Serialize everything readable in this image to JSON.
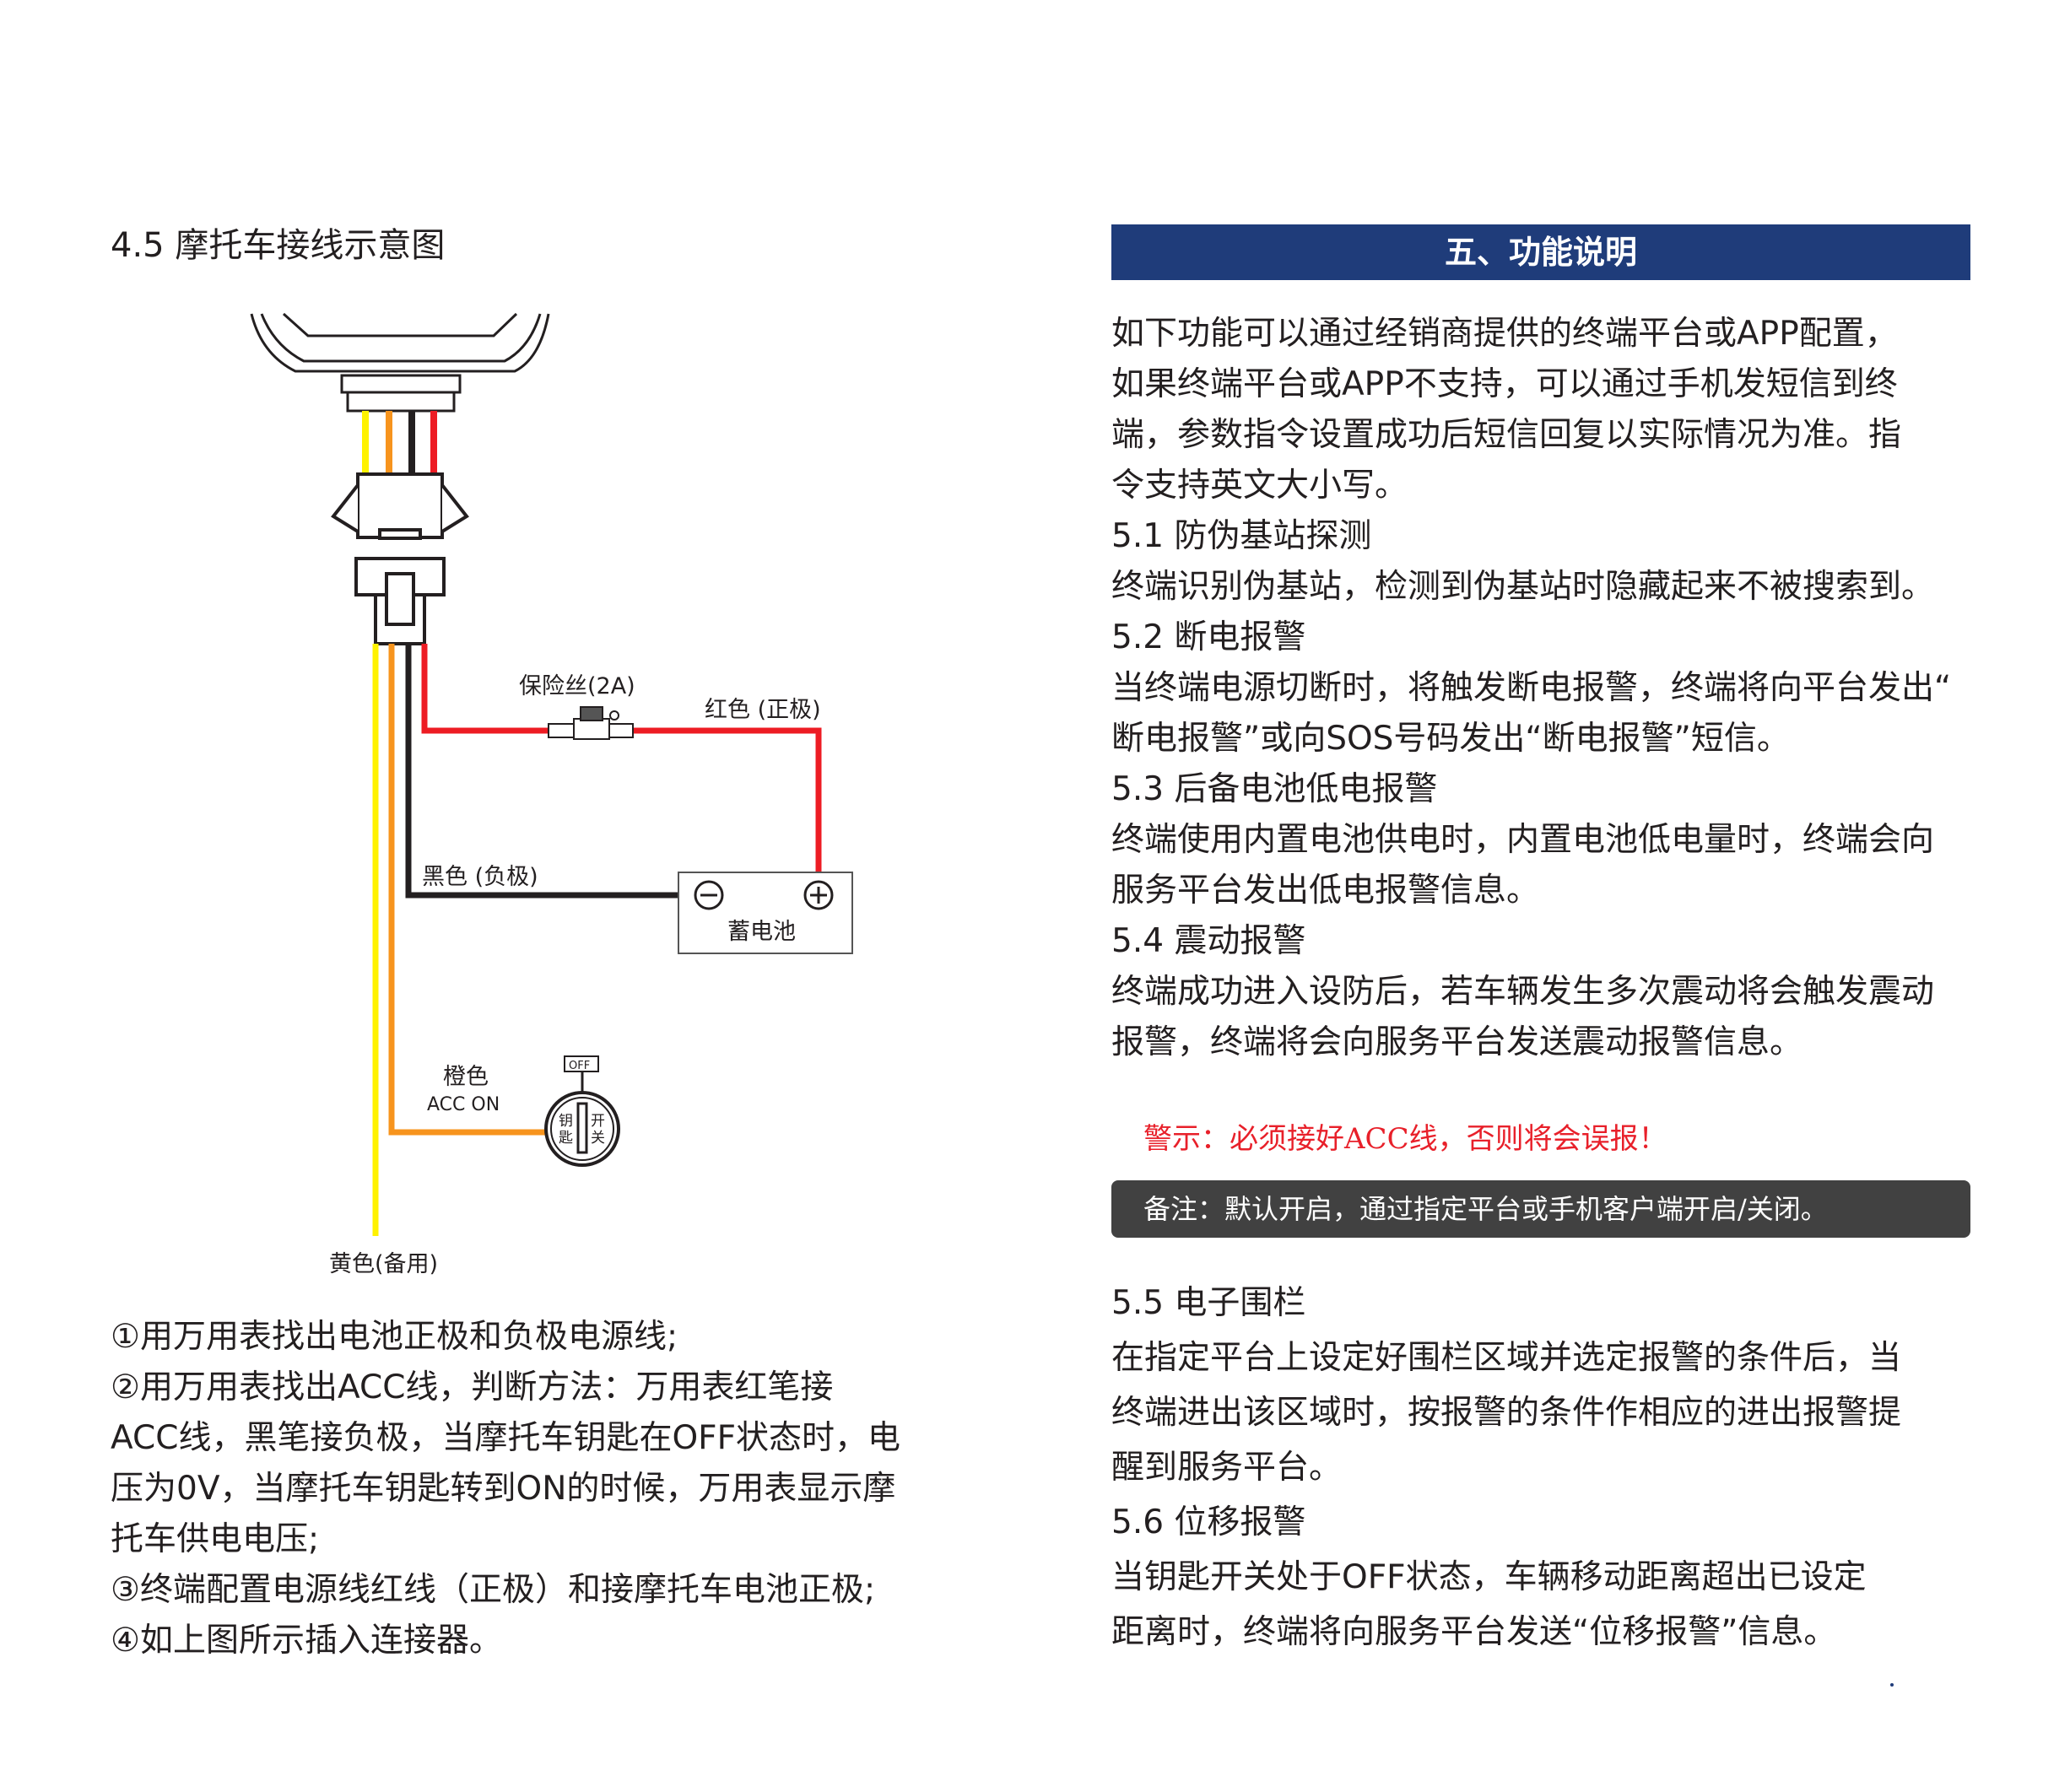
{
  "left": {
    "section_title": "4.5  摩托车接线示意图",
    "diagram": {
      "fuse_label": "保险丝(2A)",
      "red_label": "红色 (正极)",
      "black_label": "黑色 (负极)",
      "battery_label": "蓄电池",
      "orange_label": "橙色",
      "acc_label": "ACC  ON",
      "off_label": "OFF",
      "key_left": "钥匙",
      "key_right": "开关",
      "yellow_label": "黄色(备用)"
    },
    "steps": [
      "①用万用表找出电池正极和负极电源线;",
      "②用万用表找出ACC线，判断方法：万用表红笔接",
      "ACC线，黑笔接负极，当摩托车钥匙在OFF状态时，电",
      "压为0V，当摩托车钥匙转到ON的时候，万用表显示摩",
      "托车供电电压;",
      "③终端配置电源线红线（正极）和接摩托车电池正极;",
      "④如上图所示插入连接器。"
    ]
  },
  "right": {
    "header": "五、功能说明",
    "intro": [
      "如下功能可以通过经销商提供的终端平台或APP配置，",
      "如果终端平台或APP不支持，可以通过手机发短信到终",
      "端，参数指令设置成功后短信回复以实际情况为准。指",
      "令支持英文大小写。"
    ],
    "s51_title": "5.1  防伪基站探测",
    "s51_body": [
      "终端识别伪基站，检测到伪基站时隐藏起来不被搜索到。"
    ],
    "s52_title": "5.2  断电报警",
    "s52_body": [
      "当终端电源切断时，将触发断电报警，终端将向平台发出“",
      "断电报警”或向SOS号码发出“断电报警”短信。"
    ],
    "s53_title": "5.3  后备电池低电报警",
    "s53_body": [
      "终端使用内置电池供电时，内置电池低电量时，终端会向",
      "服务平台发出低电报警信息。"
    ],
    "s54_title": "5.4  震动报警",
    "s54_body": [
      "终端成功进入设防后，若车辆发生多次震动将会触发震动",
      "报警，终端将会向服务平台发送震动报警信息。"
    ],
    "warning_label": "警示：",
    "warning_text": "必须接好ACC线，否则将会误报！",
    "note_label": "备注：",
    "note_text": "默认开启，通过指定平台或手机客户端开启/关闭。",
    "s55_title": "5.5  电子围栏",
    "s55_body": [
      "在指定平台上设定好围栏区域并选定报警的条件后，当",
      "终端进出该区域时，按报警的条件作相应的进出报警提",
      "醒到服务平台。"
    ],
    "s56_title": "5.6  位移报警",
    "s56_body": [
      "当钥匙开关处于OFF状态，车辆移动距离超出已设定",
      "距离时，终端将向服务平台发送“位移报警”信息。"
    ]
  },
  "colors": {
    "header_bg": "#1f3c7a",
    "warning": "#e8202a",
    "note_bg": "#414141",
    "wire_red": "#ed1c24",
    "wire_black": "#231f20",
    "wire_orange": "#f7941d",
    "wire_yellow": "#fff200"
  }
}
